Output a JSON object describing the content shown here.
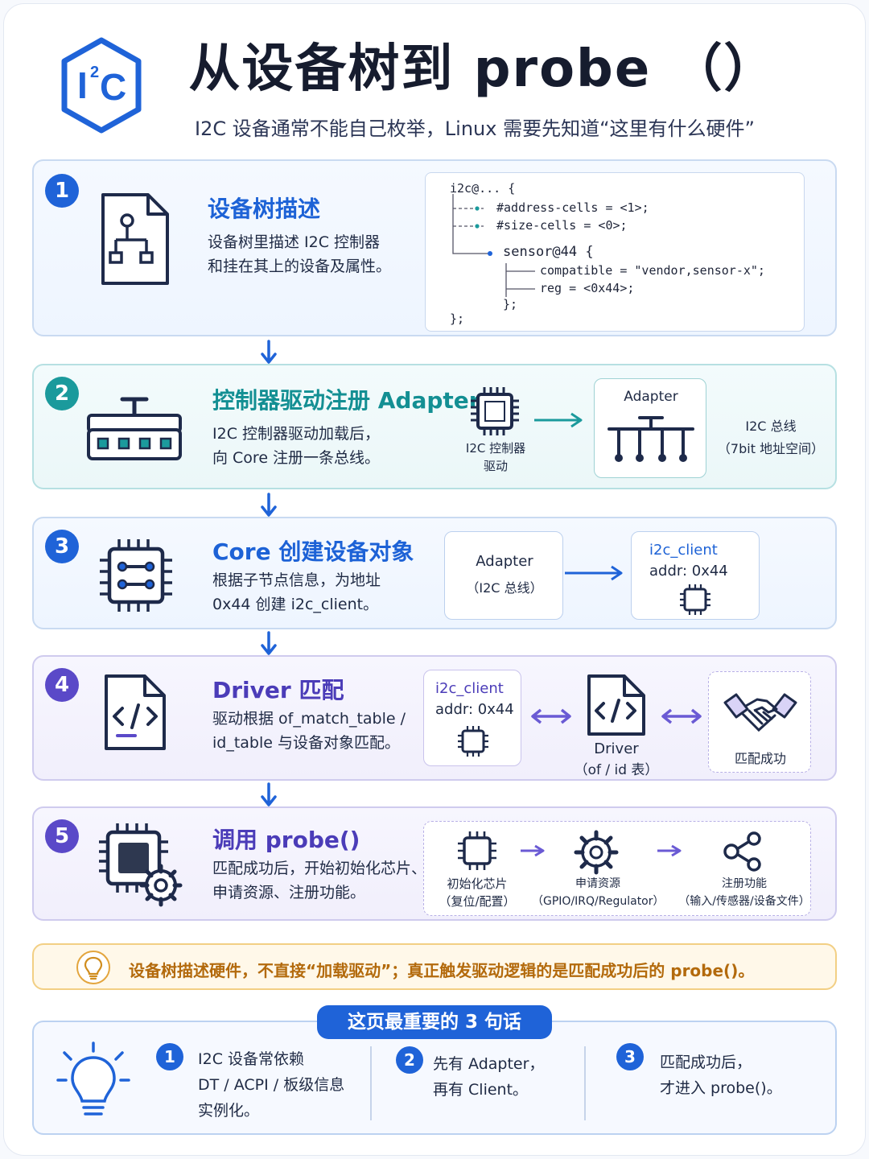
{
  "header": {
    "logo_text": "I²C",
    "title": "从设备树到 probe （）",
    "subtitle": "I2C 设备通常不能自己枚举，Linux 需要先知道“这里有什么硬件”"
  },
  "steps": [
    {
      "number": "1",
      "title": "设备树描述",
      "desc_lines": [
        "设备树里描述 I2C 控制器",
        "和挂在其上的设备及属性。"
      ],
      "code": [
        "i2c@... {",
        "#address-cells = <1>;",
        "#size-cells = <0>;",
        "sensor@44 {",
        "compatible = \"vendor,sensor-x\";",
        "reg = <0x44>;",
        "};",
        "};"
      ]
    },
    {
      "number": "2",
      "title": "控制器驱动注册 Adapter",
      "desc_lines": [
        "I2C 控制器驱动加载后，",
        "向 Core 注册一条总线。"
      ],
      "chip_label_lines": [
        "I2C 控制器",
        "驱动"
      ],
      "adapter_label": "Adapter",
      "bus_label_lines": [
        "I2C 总线",
        "（7bit 地址空间）"
      ]
    },
    {
      "number": "3",
      "title": "Core 创建设备对象",
      "desc_lines": [
        "根据子节点信息，为地址",
        "0x44 创建 i2c_client。"
      ],
      "adapter_label": "Adapter",
      "adapter_sub": "（I2C 总线）",
      "client_label": "i2c_client",
      "client_addr": "addr: 0x44"
    },
    {
      "number": "4",
      "title": "Driver 匹配",
      "desc_lines": [
        "驱动根据 of_match_table /",
        "id_table 与设备对象匹配。"
      ],
      "client_label": "i2c_client",
      "client_addr": "addr: 0x44",
      "driver_label": "Driver",
      "driver_sub": "（of / id 表）",
      "match_label": "匹配成功"
    },
    {
      "number": "5",
      "title": "调用 probe()",
      "desc_lines": [
        "匹配成功后，开始初始化芯片、",
        "申请资源、注册功能。"
      ],
      "stages": [
        {
          "label": "初始化芯片",
          "sub": "（复位/配置）"
        },
        {
          "label": "申请资源",
          "sub": "（GPIO/IRQ/Regulator）"
        },
        {
          "label": "注册功能",
          "sub": "（输入/传感器/设备文件）"
        }
      ]
    }
  ],
  "note": "设备树描述硬件，不直接“加载驱动”；真正触发驱动逻辑的是匹配成功后的 probe()。",
  "summary": {
    "title": "这页最重要的 3 句话",
    "items": [
      {
        "number": "1",
        "lines": [
          "I2C 设备常依赖",
          "DT / ACPI / 板级信息",
          "实例化。"
        ]
      },
      {
        "number": "2",
        "lines": [
          "先有 Adapter，",
          "再有 Client。"
        ]
      },
      {
        "number": "3",
        "lines": [
          "匹配成功后，",
          "才进入 probe()。"
        ]
      }
    ]
  },
  "colors": {
    "primary": "#1f63d8",
    "teal": "#1b9a9c",
    "violet": "#5a49c8",
    "note": "#b36a0c"
  }
}
